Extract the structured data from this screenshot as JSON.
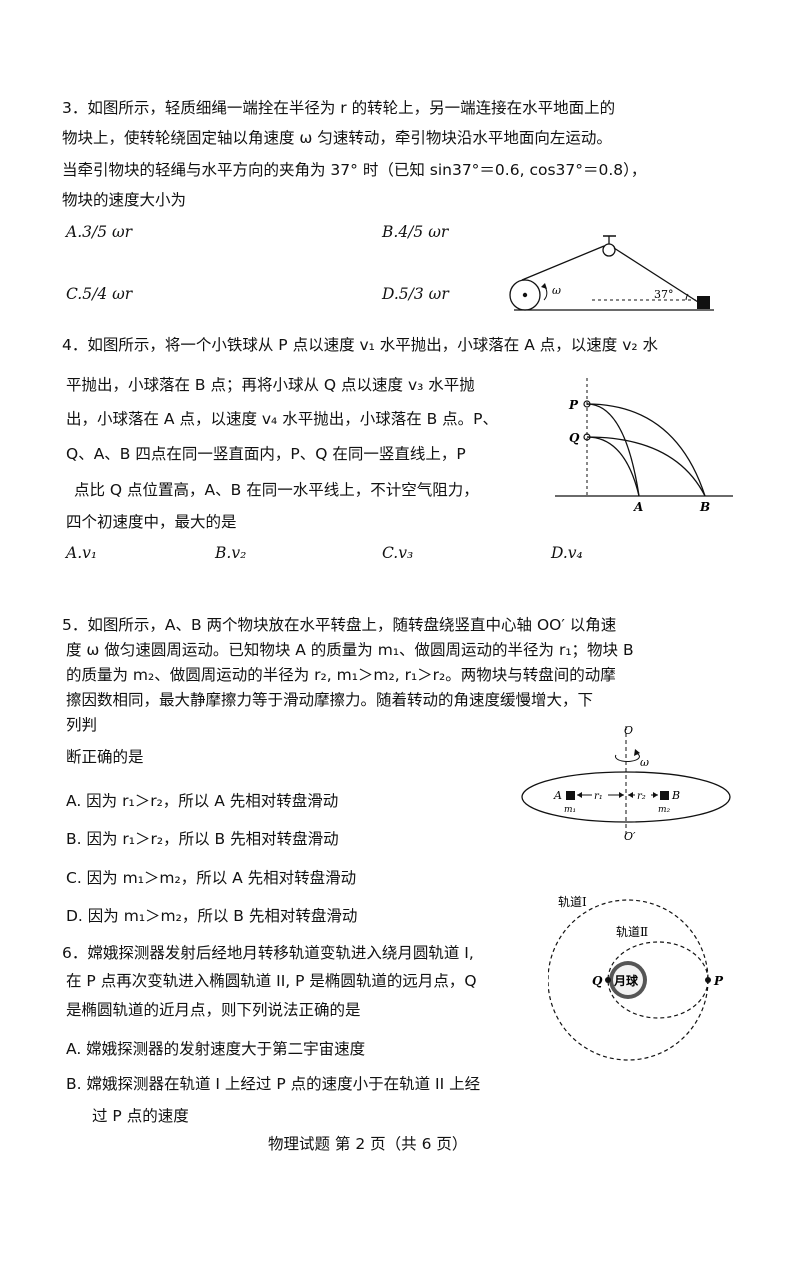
{
  "q3": {
    "line1": "3．如图所示，轻质细绳一端拴在半径为 r 的转轮上，另一端连接在水平地面上的",
    "line2": "物块上，使转轮绕固定轴以角速度 ω 匀速转动，牵引物块沿水平地面向左运动。",
    "line3": "当牵引物块的轻绳与水平方向的夹角为 37° 时（已知 sin37°＝0.6, cos37°＝0.8），",
    "line4": "物块的速度大小为",
    "opt_a": "A.3/5 ωr",
    "opt_b": "B.4/5 ωr",
    "opt_c": "C.5/4 ωr",
    "opt_d": "D.5/3 ωr",
    "fig_omega": "ω",
    "fig_angle": "37°"
  },
  "q4": {
    "line1": "4．如图所示，将一个小铁球从 P 点以速度 v₁ 水平抛出，小球落在 A 点，以速度 v₂ 水",
    "line2": "平抛出，小球落在 B 点；再将小球从 Q 点以速度 v₃ 水平抛",
    "line3": "出，小球落在 A 点，以速度 v₄ 水平抛出，小球落在 B 点。P、",
    "line4": "Q、A、B 四点在同一竖直面内，P、Q 在同一竖直线上，P",
    "line5": "点比 Q 点位置高，A、B 在同一水平线上，不计空气阻力，",
    "line6": "四个初速度中，最大的是",
    "opt_a": "A.v₁",
    "opt_b": "B.v₂",
    "opt_c": "C.v₃",
    "opt_d": "D.v₄",
    "fig_p": "P",
    "fig_q": "Q",
    "fig_a": "A",
    "fig_b": "B"
  },
  "q5": {
    "line1": "5．如图所示，A、B 两个物块放在水平转盘上，随转盘绕竖直中心轴 OO′ 以角速",
    "line2": "度 ω 做匀速圆周运动。已知物块 A 的质量为 m₁、做圆周运动的半径为 r₁；物块 B",
    "line3": "的质量为 m₂、做圆周运动的半径为 r₂, m₁＞m₂, r₁＞r₂。两物块与转盘间的动摩",
    "line4": "擦因数相同，最大静摩擦力等于滑动摩擦力。随着转动的角速度缓慢增大，下",
    "line5": "列判",
    "line6": "断正确的是",
    "opt_a": "A. 因为 r₁＞r₂，所以 A 先相对转盘滑动",
    "opt_b": "B. 因为 r₁＞r₂，所以 B 先相对转盘滑动",
    "opt_c": "C. 因为 m₁＞m₂，所以 A 先相对转盘滑动",
    "opt_d": "D. 因为 m₁＞m₂，所以 B 先相对转盘滑动",
    "fig_o": "O",
    "fig_o2": "O′",
    "fig_omega": "ω",
    "fig_a": "A",
    "fig_b": "B",
    "fig_r1": "r₁",
    "fig_r2": "r₂",
    "fig_m1": "m₁",
    "fig_m2": "m₂"
  },
  "q6": {
    "line1": "6．嫦娥探测器发射后经地月转移轨道变轨进入绕月圆轨道 I,",
    "line2": "在 P 点再次变轨进入椭圆轨道 II, P 是椭圆轨道的远月点，Q",
    "line3": "是椭圆轨道的近月点，则下列说法正确的是",
    "opt_a": "A. 嫦娥探测器的发射速度大于第二宇宙速度",
    "opt_b1": "B. 嫦娥探测器在轨道 I 上经过 P 点的速度小于在轨道 II 上经",
    "opt_b2": "过 P 点的速度",
    "fig_orbit1": "轨道Ⅰ",
    "fig_orbit2": "轨道Ⅱ",
    "fig_moon": "月球",
    "fig_p": "P",
    "fig_q": "Q"
  },
  "footer": "物理试题 第 2 页（共 6 页）"
}
